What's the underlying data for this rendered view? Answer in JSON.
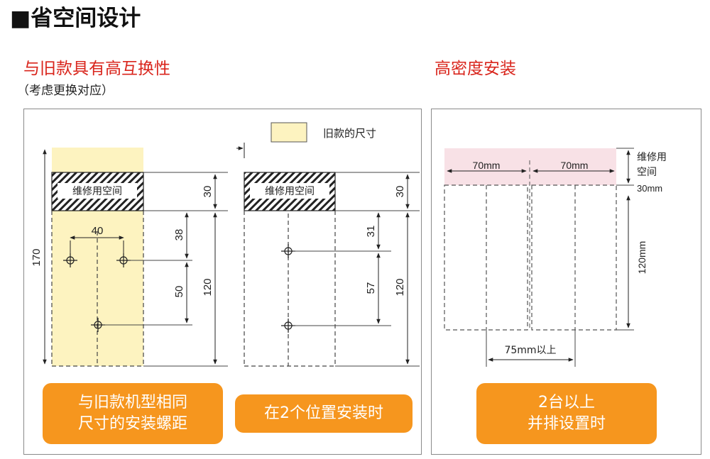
{
  "page_title": "■省空间设计",
  "left_section": {
    "heading": "与旧款具有高互换性",
    "subheading": "（考虑更换对应）",
    "legend_label": "旧款的尺寸",
    "service_space_label": "维修用空间",
    "dims": {
      "d170": "170",
      "d40": "40",
      "d38": "38",
      "d50": "50",
      "d30": "30",
      "d120": "120",
      "d31": "31",
      "d57": "57"
    },
    "button_left": {
      "line1": "与旧款机型相同",
      "line2": "尺寸的安装螺距"
    },
    "button_right": {
      "line1": "在2个位置安装时"
    }
  },
  "right_section": {
    "heading": "高密度安装",
    "width_70": "70mm",
    "service_label_line1": "维修用",
    "service_label_line2": "空间",
    "dim_30mm": "30mm",
    "dim_120mm": "120mm",
    "dim_75mm": "75mm以上",
    "button": {
      "line1": "2台以上",
      "line2": "并排设置时"
    }
  },
  "colors": {
    "legacy_fill": "#fdf3c0",
    "service_fill": "#f8e1e6",
    "accent_orange": "#f6961e",
    "heading_red": "#d9251c"
  }
}
